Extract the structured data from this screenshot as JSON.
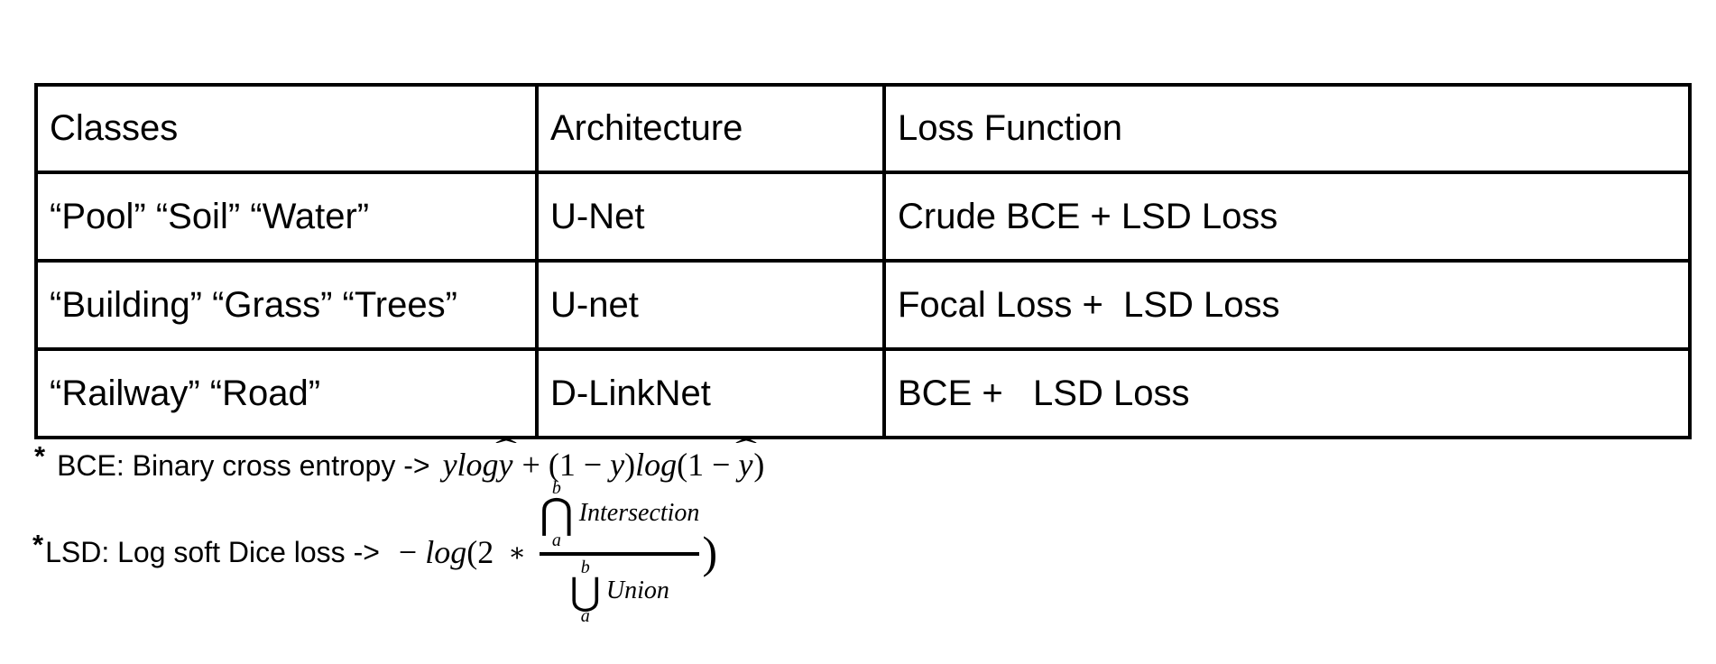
{
  "colors": {
    "background": "#ffffff",
    "text": "#000000",
    "border": "#000000"
  },
  "table": {
    "headers": [
      "Classes",
      "Architecture",
      "Loss Function"
    ],
    "rows": [
      {
        "classes": "“Pool” “Soil” “Water”",
        "architecture": "U-Net",
        "loss": "Crude BCE + LSD Loss"
      },
      {
        "classes": "“Building” “Grass” “Trees”",
        "architecture": "U-net",
        "loss": "Focal Loss +  LSD Loss"
      },
      {
        "classes": "“Railway” “Road”",
        "architecture": "D-LinkNet",
        "loss": "BCE +   LSD Loss"
      }
    ]
  },
  "footnotes": {
    "bce": {
      "star": "*",
      "label": "BCE: Binary cross entropy ->",
      "formula": {
        "p1": "ylog",
        "hat1": "ˆ",
        "y1": "y",
        "plus": " + ",
        "p2": "(1 − ",
        "y2": "y",
        "p3": ")",
        "log2": "log",
        "p4": "(1 − ",
        "hat2": "ˆ",
        "y3": "y",
        "p5": ")"
      }
    },
    "lsd": {
      "star": "*",
      "label": "LSD: Log soft Dice loss ->",
      "formula": {
        "minus": "− ",
        "log": "log",
        "open": "(2",
        "ast": "∗",
        "num": {
          "sup": "b",
          "op": "⋂",
          "sub": "a",
          "label": "Intersection"
        },
        "den": {
          "sup": "b",
          "op": "⋃",
          "sub": "a",
          "label": "Union"
        },
        "close": ")"
      }
    }
  }
}
